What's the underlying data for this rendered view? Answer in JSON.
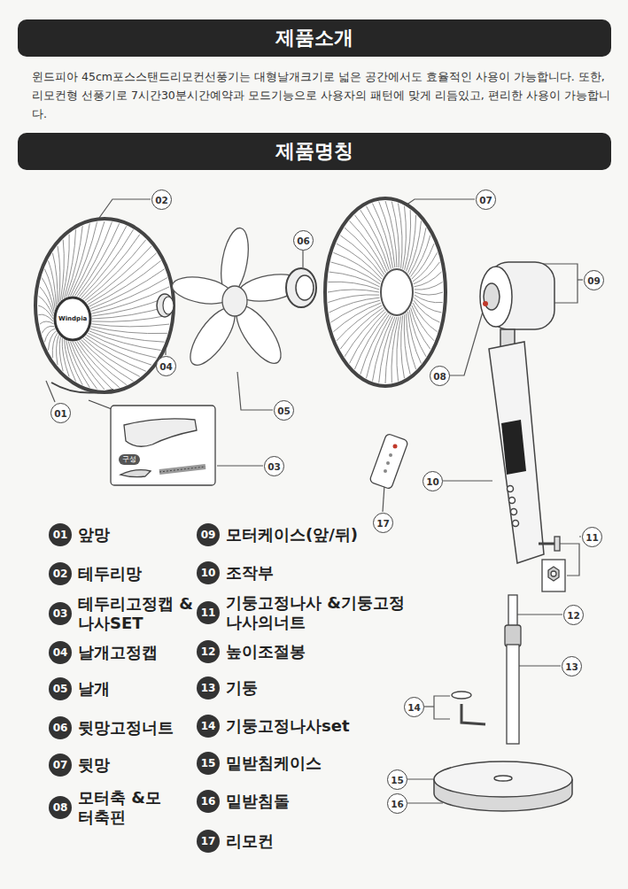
{
  "diagram": {
    "nodes": [
      {
        "text": [
          "제품소개"
        ]
      },
      {
        "text": [
          "제품명칭"
        ]
      },
      {
        "text": [
          "01",
          "앞망"
        ]
      },
      {
        "text": [
          "02",
          "테두리망"
        ]
      },
      {
        "text": [
          "03",
          "테두리고정캡 &나사SET"
        ]
      },
      {
        "text": [
          "04",
          "날개고정캡"
        ]
      },
      {
        "text": [
          "05",
          "날개"
        ]
      },
      {
        "text": [
          "06",
          "뒷망고정너트"
        ]
      },
      {
        "text": [
          "07",
          "뒷망"
        ]
      },
      {
        "text": [
          "08",
          "모터축 &모터축핀"
        ]
      },
      {
        "text": [
          "09",
          "모터케이스(앞/뒤)"
        ]
      },
      {
        "text": [
          "10",
          "조작부"
        ]
      },
      {
        "text": [
          "11",
          "기둥고정나사 &기둥고정나사의너트"
        ]
      },
      {
        "text": [
          "12",
          "높이조절봉"
        ]
      },
      {
        "text": [
          "13",
          "기둥"
        ]
      },
      {
        "text": [
          "14",
          "기둥고정나사set"
        ]
      },
      {
        "text": [
          "15",
          "밑받침케이스"
        ]
      },
      {
        "text": [
          "16",
          "밑받침돌"
        ]
      },
      {
        "text": [
          "17",
          "리모컨"
        ]
      }
    ],
    "labels": [
      "윈드피아 45cm포스스탠드리모컨선풍기는 대형날개크기로 넓은 공간에서도 효율적인 사용이 가능합니다. 또한, 리모컨형 선풍기로 7시간30분시간예약과 모드기능으로 사용자의 패턴에 맞게 리듬있고, 편리한 사용이 가능합니다.",
      "Windpia",
      "구성",
      "01",
      "02",
      "03",
      "04",
      "05",
      "06",
      "07",
      "08",
      "09",
      "10",
      "11",
      "12",
      "13",
      "14",
      "15",
      "16",
      "17"
    ]
  }
}
